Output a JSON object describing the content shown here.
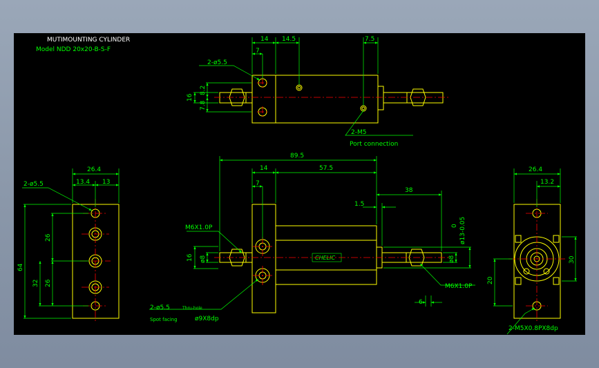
{
  "title": {
    "line1": "MUTIMOUNTING CYLINDER",
    "line2": "Model  NDD 20x20-B-S-F"
  },
  "colors": {
    "background": "#000000",
    "outline": "#ffff00",
    "dimension": "#00ff00",
    "centerline": "#ff0000",
    "title_text": "#ffffff",
    "model_text": "#00ff00",
    "frame": "#8c9aac"
  },
  "top_view": {
    "dims": {
      "d14": "14",
      "d14_5": "14.5",
      "d7_5": "7.5",
      "d7": "7",
      "d16": "16",
      "d7_8": "7.8",
      "d8_2": "8.2"
    },
    "callouts": {
      "hole": "2-ø5.5",
      "port": "2-M5",
      "port_desc": "Port connection"
    }
  },
  "left_view": {
    "dims": {
      "d26_4": "26.4",
      "d13_4": "13.4",
      "d13": "13",
      "d26a": "26",
      "d26b": "26",
      "d32": "32",
      "d64": "64"
    },
    "callouts": {
      "hole": "2-ø5.5"
    }
  },
  "front_view": {
    "dims": {
      "d89_5": "89.5",
      "d14": "14",
      "d57_5": "57.5",
      "d7": "7",
      "d38": "38",
      "d1_5": "1.5",
      "d16": "16",
      "d8_left": "ø8",
      "d8_right": "ø8",
      "d13_tol": "ø13-0.05",
      "d13_tol_upper": "0",
      "d6": "6"
    },
    "callouts": {
      "thread_left": "M6X1.0P",
      "thread_right": "M6X1.0P",
      "hole": "2-ø5.5",
      "thru": "Thru-hole",
      "spot_label": "Spot facing",
      "spot_value": "ø9X8dp"
    },
    "brand": "CHELIC"
  },
  "right_view": {
    "dims": {
      "d26_4": "26.4",
      "d13_2": "13.2",
      "d20": "20",
      "d30": "30"
    },
    "callouts": {
      "thread": "2-M5X0.8PX8dp"
    }
  }
}
